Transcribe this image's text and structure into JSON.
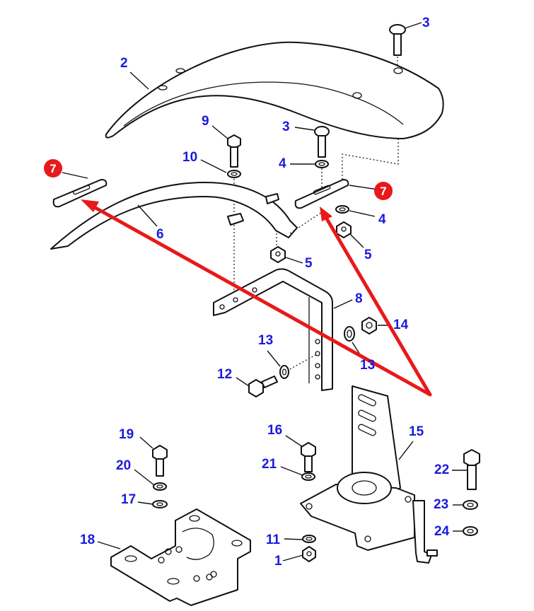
{
  "diagram": {
    "title": "",
    "callout_color": "#1a1adc",
    "highlight_color": "#e8191a",
    "callouts": {
      "c1": "1",
      "c2": "2",
      "c3a": "3",
      "c3b": "3",
      "c4a": "4",
      "c4b": "4",
      "c5a": "5",
      "c5b": "5",
      "c6": "6",
      "c8": "8",
      "c9": "9",
      "c10": "10",
      "c11": "11",
      "c12": "12",
      "c13a": "13",
      "c13b": "13",
      "c14": "14",
      "c15": "15",
      "c16": "16",
      "c17": "17",
      "c18": "18",
      "c19": "19",
      "c20": "20",
      "c21": "21",
      "c22": "22",
      "c23": "23",
      "c24": "24"
    },
    "highlighted_parts": {
      "h7a": "7",
      "h7b": "7"
    },
    "parts": [
      {
        "id": "1",
        "name": "nut"
      },
      {
        "id": "2",
        "name": "mudguard"
      },
      {
        "id": "3",
        "name": "carriage bolt"
      },
      {
        "id": "4",
        "name": "washer"
      },
      {
        "id": "5",
        "name": "nut"
      },
      {
        "id": "6",
        "name": "mudguard support arc"
      },
      {
        "id": "7",
        "name": "strap plate (highlighted)"
      },
      {
        "id": "8",
        "name": "support bracket"
      },
      {
        "id": "9",
        "name": "hex bolt"
      },
      {
        "id": "10",
        "name": "washer"
      },
      {
        "id": "11",
        "name": "spring washer"
      },
      {
        "id": "12",
        "name": "hex bolt"
      },
      {
        "id": "13",
        "name": "washer"
      },
      {
        "id": "14",
        "name": "nut"
      },
      {
        "id": "15",
        "name": "pivot mount"
      },
      {
        "id": "16",
        "name": "hex bolt"
      },
      {
        "id": "17",
        "name": "washer"
      },
      {
        "id": "18",
        "name": "base bracket"
      },
      {
        "id": "19",
        "name": "hex bolt"
      },
      {
        "id": "20",
        "name": "spring washer"
      },
      {
        "id": "21",
        "name": "spring washer"
      },
      {
        "id": "22",
        "name": "hex bolt"
      },
      {
        "id": "23",
        "name": "washer"
      },
      {
        "id": "24",
        "name": "washer"
      }
    ]
  }
}
